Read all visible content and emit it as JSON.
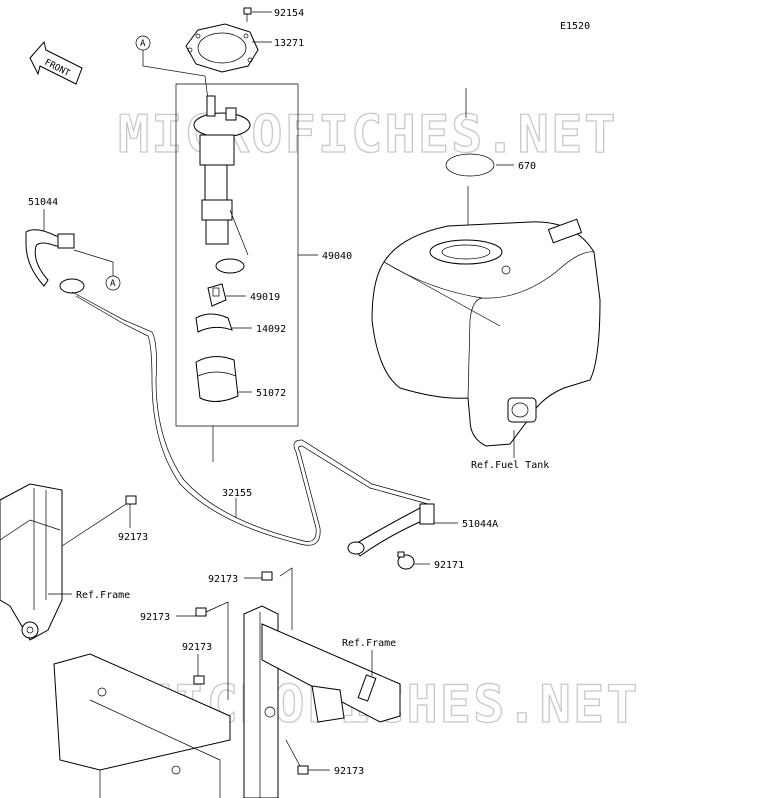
{
  "diagram_code": "E1520",
  "front_label": "FRONT",
  "watermark": "MICROFICHES.NET",
  "ref_labels": {
    "A_top": "A",
    "A_hose": "A"
  },
  "parts": [
    {
      "id": "92154",
      "label": "92154"
    },
    {
      "id": "13271",
      "label": "13271"
    },
    {
      "id": "670",
      "label": "670"
    },
    {
      "id": "51044",
      "label": "51044"
    },
    {
      "id": "49040",
      "label": "49040"
    },
    {
      "id": "49019",
      "label": "49019"
    },
    {
      "id": "14092",
      "label": "14092"
    },
    {
      "id": "51072",
      "label": "51072"
    },
    {
      "id": "32155",
      "label": "32155"
    },
    {
      "id": "51044A",
      "label": "51044A"
    },
    {
      "id": "92171",
      "label": "92171"
    },
    {
      "id": "92173a",
      "label": "92173"
    },
    {
      "id": "92173b",
      "label": "92173"
    },
    {
      "id": "92173c",
      "label": "92173"
    },
    {
      "id": "92173d",
      "label": "92173"
    },
    {
      "id": "92173e",
      "label": "92173"
    }
  ],
  "references": {
    "fuel_tank": "Ref.Fuel Tank",
    "frame_left": "Ref.Frame",
    "frame_right": "Ref.Frame"
  }
}
